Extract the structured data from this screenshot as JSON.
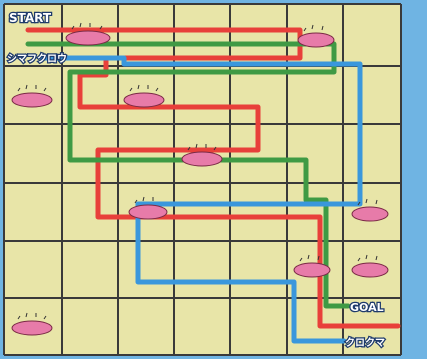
{
  "labels": {
    "start": "START",
    "goal": "GOAL",
    "shimafukurou": "シマフクロウ",
    "kurokuma": "クロクマ"
  },
  "colors": {
    "background_blue": "#6fb4e3",
    "board": "#e8e5a8",
    "grid_line": "#3a3a3a",
    "route_red": "#e8403a",
    "route_green": "#3f9a44",
    "route_blue": "#3a97dc",
    "creature_fill": "#e77ba9"
  },
  "grid": {
    "columns": 7,
    "rows": 6
  },
  "creatures": [
    {
      "name": "creature-1"
    },
    {
      "name": "creature-2"
    },
    {
      "name": "creature-3"
    },
    {
      "name": "creature-4"
    },
    {
      "name": "creature-5"
    },
    {
      "name": "creature-6"
    },
    {
      "name": "creature-7"
    },
    {
      "name": "creature-8"
    },
    {
      "name": "creature-9"
    },
    {
      "name": "creature-10"
    }
  ],
  "routes": [
    {
      "name": "red-route",
      "color_key": "route_red"
    },
    {
      "name": "green-route",
      "color_key": "route_green"
    },
    {
      "name": "blue-route",
      "color_key": "route_blue"
    }
  ]
}
